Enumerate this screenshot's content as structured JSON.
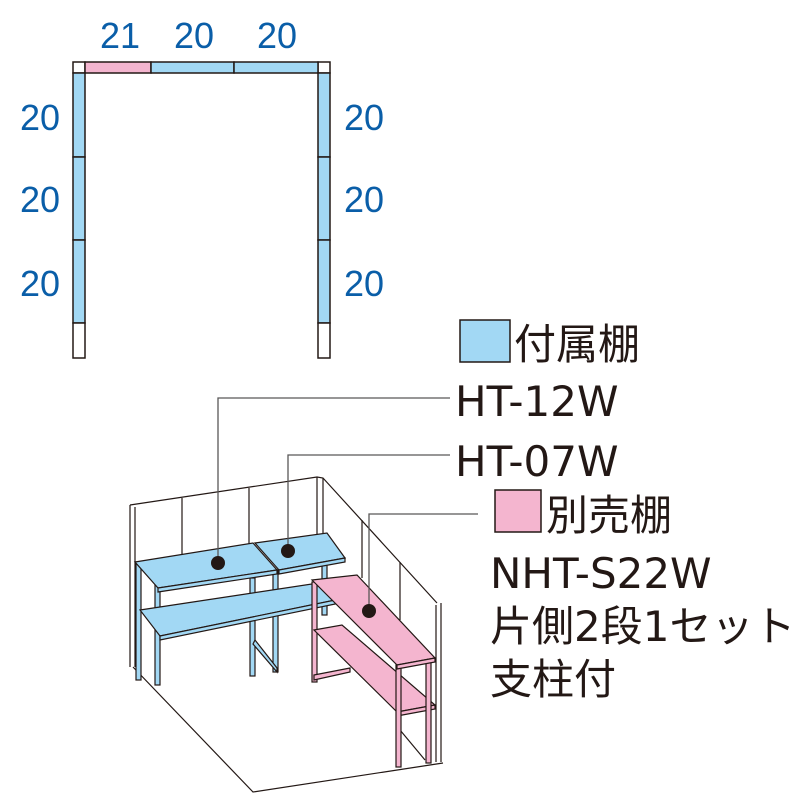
{
  "plan": {
    "top_dims": [
      "21",
      "20",
      "20"
    ],
    "left_dims": [
      "20",
      "20",
      "20"
    ],
    "right_dims": [
      "20",
      "20",
      "20"
    ]
  },
  "legend": {
    "included": {
      "label": "付属棚",
      "color": "#a2d8f4",
      "models": [
        "HT-12W",
        "HT-07W"
      ]
    },
    "optional": {
      "label": "別売棚",
      "color": "#f4b5cf",
      "model": "NHT-S22W",
      "notes": [
        "片側2段1セット",
        "支柱付"
      ]
    }
  },
  "colors": {
    "dimension_text": "#0a5ea8",
    "outline": "#231815"
  }
}
